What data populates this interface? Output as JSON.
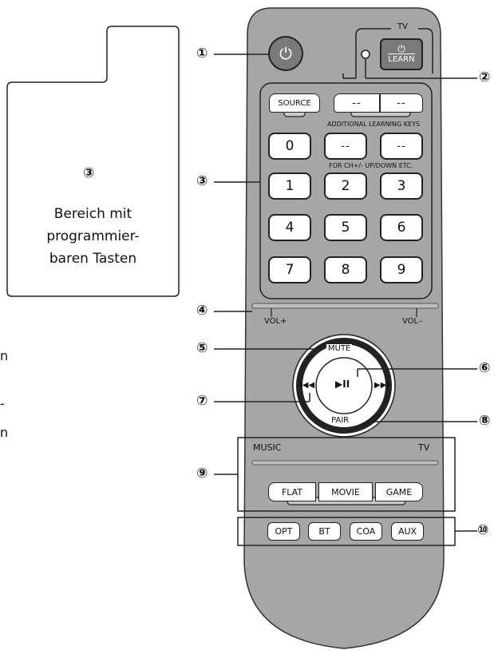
{
  "callouts": {
    "c1": "①",
    "c2": "②",
    "c3": "③",
    "c4": "④",
    "c5": "⑤",
    "c6": "⑥",
    "c7": "⑦",
    "c8": "⑧",
    "c9": "⑨",
    "c10": "⑩"
  },
  "info_box": {
    "number": "③",
    "line1": "Bereich mit",
    "line2": "programmier-",
    "line3": "baren Tasten"
  },
  "cut_text": [
    "n",
    "-",
    "n"
  ],
  "remote": {
    "power_icon": "⏻",
    "tv_label": "TV",
    "learn_icon": "⏻",
    "learn_label": "LEARN",
    "source_label": "SOURCE",
    "dash_label": "--",
    "additional_keys_label": "ADDITIONAL LEARNING KEYS",
    "chupdown_label": "FOR CH+/- UP/DOWN ETC.",
    "digits": [
      "0",
      "1",
      "2",
      "3",
      "4",
      "5",
      "6",
      "7",
      "8",
      "9"
    ],
    "vol_plus": "VOL+",
    "vol_minus": "VOL–",
    "mute_label": "MUTE",
    "pair_label": "PAIR",
    "play_pause": "▶II",
    "prev": "I◀◀",
    "next": "▶▶I",
    "music_label": "MUSIC",
    "tv_label2": "TV",
    "modes": [
      "FLAT",
      "MOVIE",
      "GAME"
    ],
    "inputs": [
      "OPT",
      "BT",
      "COA",
      "AUX"
    ]
  }
}
